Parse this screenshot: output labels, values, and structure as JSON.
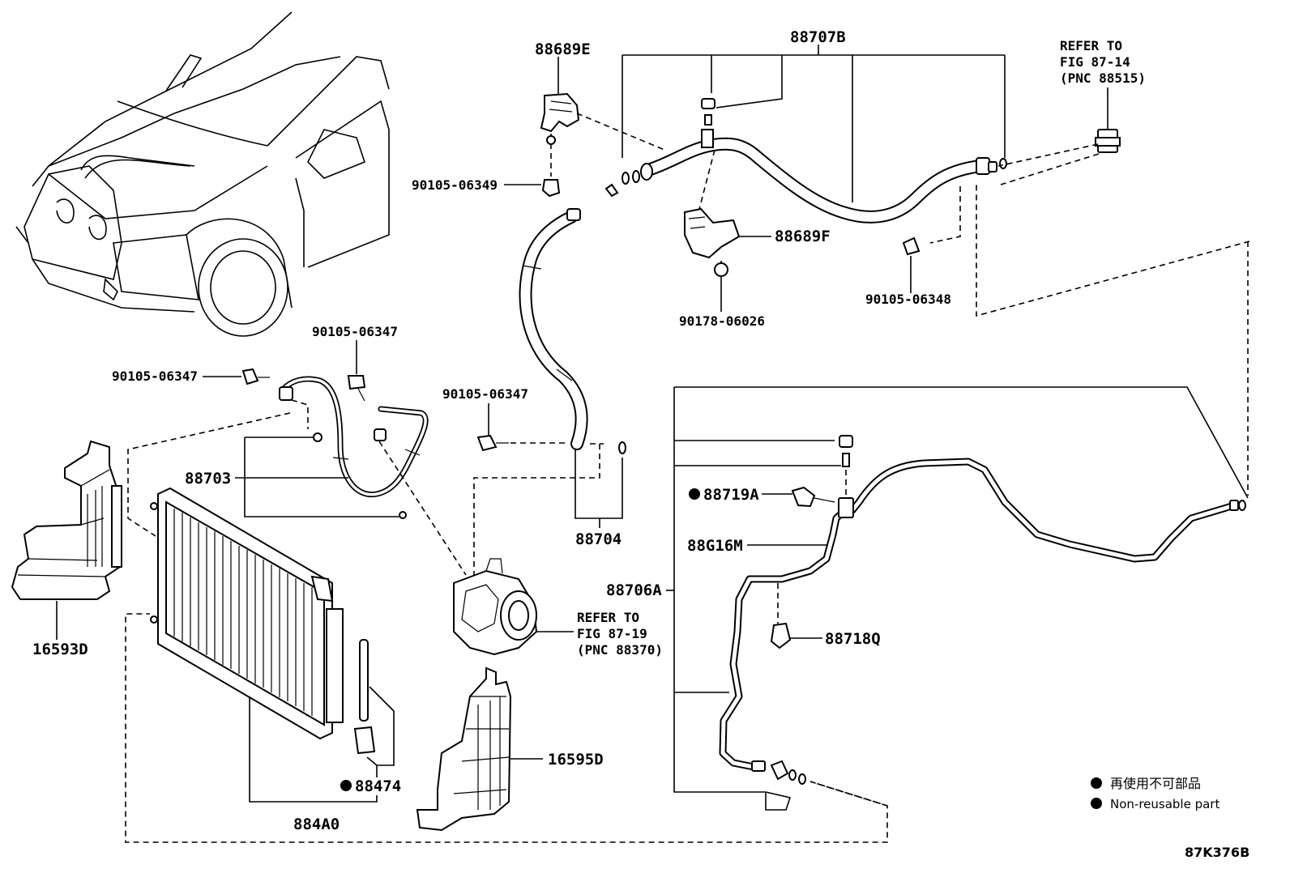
{
  "labels": {
    "p88689E": "88689E",
    "p88707B": "88707B",
    "refer1_line1": "REFER TO",
    "refer1_line2": "FIG 87-14",
    "refer1_line3": "(PNC 88515)",
    "p90105_06349": "90105-06349",
    "p88689F": "88689F",
    "p90105_06348": "90105-06348",
    "p90178_06026": "90178-06026",
    "p90105_06347_a": "90105-06347",
    "p90105_06347_b": "90105-06347",
    "p90105_06347_c": "90105-06347",
    "p88703": "88703",
    "p88704": "88704",
    "p88719A": "88719A",
    "p88G16M": "88G16M",
    "p88706A": "88706A",
    "p88718Q": "88718Q",
    "p16593D": "16593D",
    "refer2_line1": "REFER TO",
    "refer2_line2": "FIG 87-19",
    "refer2_line3": "(PNC 88370)",
    "p16595D": "16595D",
    "p88474": "88474",
    "p884A0": "884A0",
    "figure_id": "87K376B"
  },
  "legend": {
    "japanese": "再使用不可部品",
    "english": "Non-reusable part"
  },
  "colors": {
    "ink": "#000000",
    "paper": "#ffffff"
  }
}
